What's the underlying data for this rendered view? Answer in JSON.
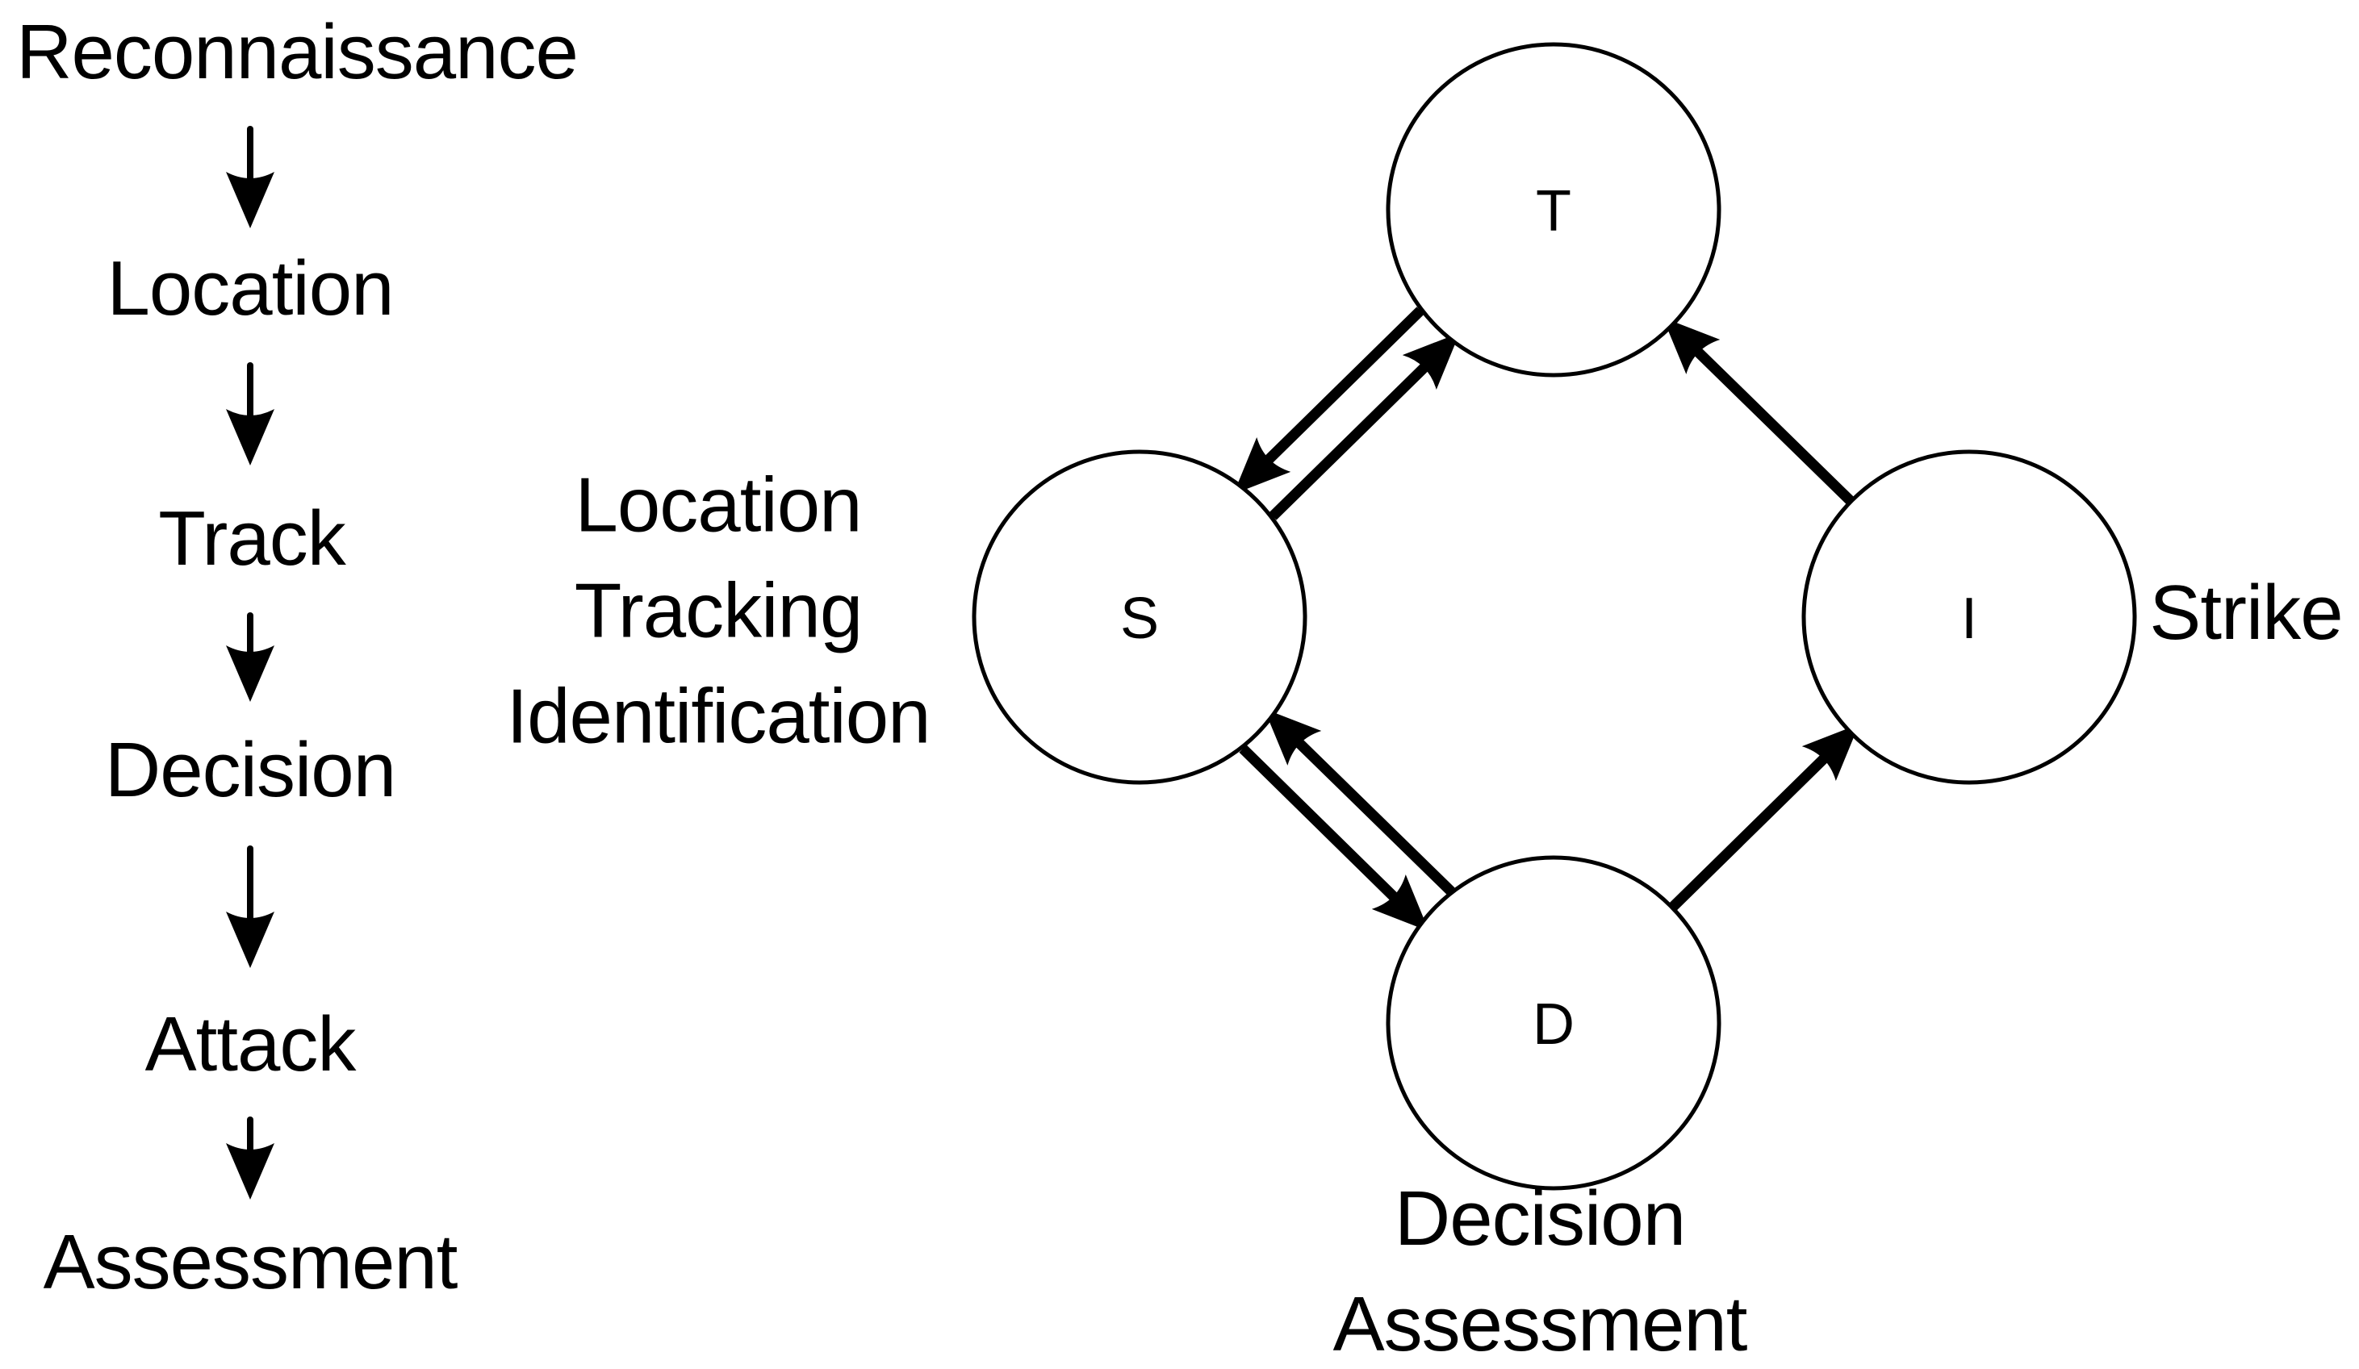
{
  "colors": {
    "ink": "#000000",
    "background": "#ffffff"
  },
  "kill_chain_flow": {
    "steps": [
      "Reconnaissance",
      "Location",
      "Track",
      "Decision",
      "Attack",
      "Assessment"
    ]
  },
  "cycle_diagram": {
    "nodes": {
      "t": "T",
      "s": "S",
      "i": "I",
      "d": "D"
    },
    "annotations": {
      "s_line1": "Location",
      "s_line2": "Tracking",
      "s_line3": "Identification",
      "i_label": "Strike",
      "d_line1": "Decision",
      "d_line2": "Assessment"
    },
    "edges": [
      {
        "from": "S",
        "to": "T"
      },
      {
        "from": "T",
        "to": "S"
      },
      {
        "from": "S",
        "to": "D"
      },
      {
        "from": "D",
        "to": "S"
      },
      {
        "from": "D",
        "to": "I"
      },
      {
        "from": "I",
        "to": "T"
      }
    ]
  }
}
